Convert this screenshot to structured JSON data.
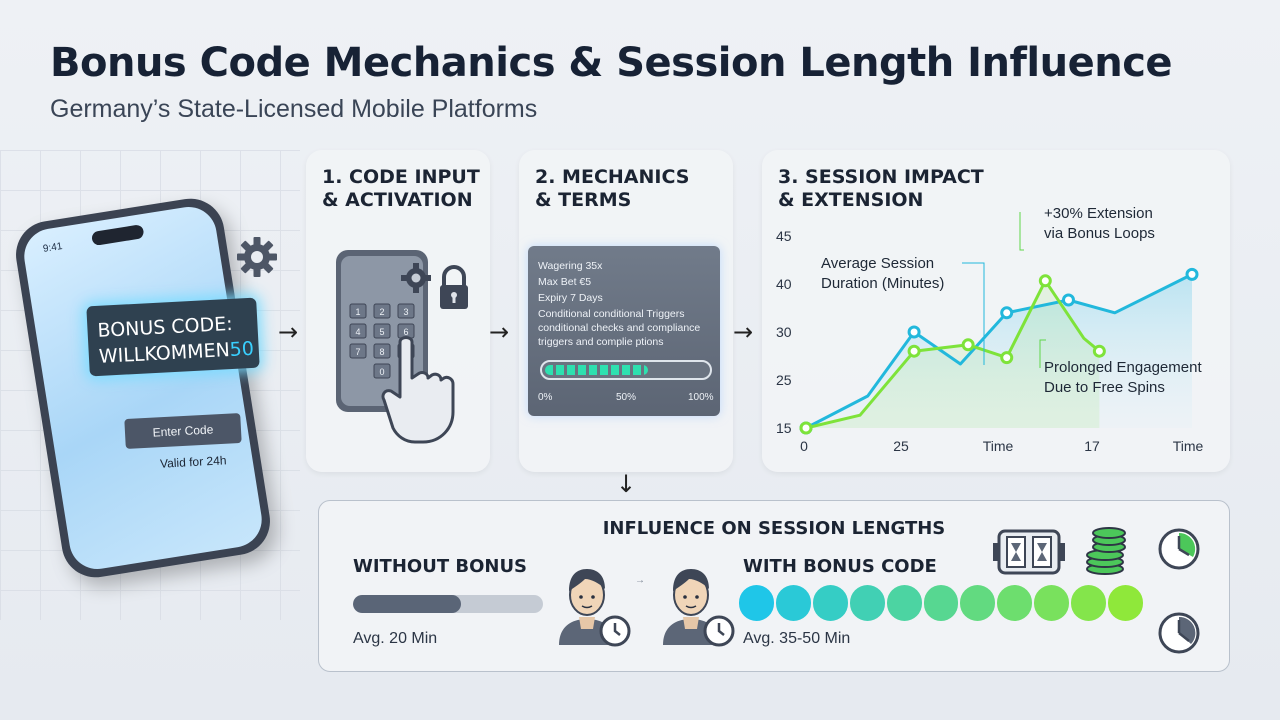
{
  "header": {
    "title": "Bonus Code Mechanics & Session Length Influence",
    "subtitle": "Germany’s State-Licensed Mobile Platforms"
  },
  "phone": {
    "status_time": "9:41",
    "bonus_line1": "BONUS CODE:",
    "bonus_code_text": "WILLKOMMEN",
    "bonus_code_number": "50",
    "enter_button": "Enter Code",
    "validity": "Valid for 24h"
  },
  "steps": [
    {
      "title_line1": "1. CODE INPUT",
      "title_line2": "& ACTIVATION"
    },
    {
      "title_line1": "2. MECHANICS",
      "title_line2": "& TERMS"
    },
    {
      "title_line1": "3. SESSION IMPACT",
      "title_line2": "& EXTENSION"
    }
  ],
  "keypad": {
    "keys": [
      "1",
      "2",
      "3",
      "4",
      "5",
      "6",
      "7",
      "8",
      "9",
      "0"
    ]
  },
  "mechanics": {
    "lines": [
      "Wagering 35x",
      "Max Bet €5",
      "Expiry 7 Days",
      "Conditional conditional Triggers",
      "conditional checks and compliance",
      "triggers and complie ptions"
    ],
    "progress": 0.62,
    "progress_labels": [
      "0%",
      "50%",
      "100%"
    ]
  },
  "chart_data": {
    "type": "line",
    "title": "",
    "y_ticks": [
      "45",
      "40",
      "30",
      "25",
      "15"
    ],
    "x_ticks": [
      "0",
      "25",
      "Time",
      "17",
      "Time"
    ],
    "ylim": [
      15,
      45
    ],
    "series": [
      {
        "values": [
          [
            0,
            15
          ],
          [
            8,
            20
          ],
          [
            14,
            30
          ],
          [
            20,
            25
          ],
          [
            26,
            33
          ],
          [
            34,
            35
          ],
          [
            40,
            33
          ],
          [
            50,
            39
          ]
        ],
        "color": "#22b8dc"
      },
      {
        "values": [
          [
            0,
            15
          ],
          [
            7,
            17
          ],
          [
            14,
            27
          ],
          [
            21,
            28
          ],
          [
            26,
            26
          ],
          [
            31,
            38
          ],
          [
            36,
            29
          ],
          [
            38,
            27
          ]
        ],
        "color": "#7ee33a"
      }
    ],
    "annotations": [
      {
        "text_line1": "Average Session",
        "text_line2": "Duration (Minutes)"
      },
      {
        "text_line1": "+30% Extension",
        "text_line2": "via Bonus Loops"
      },
      {
        "text_line1": "Prolonged Engagement",
        "text_line2": "Due to Free Spins"
      }
    ]
  },
  "influence": {
    "title": "INFLUENCE ON SESSION LENGTHS",
    "without_label": "WITHOUT BONUS",
    "without_avg": "Avg. 20 Min",
    "without_fill": 0.57,
    "with_label": "WITH BONUS CODE",
    "with_avg": "Avg. 35-50 Min",
    "with_segments": 11,
    "with_gradient": [
      "#1fc6e8",
      "#8fe83a"
    ]
  }
}
